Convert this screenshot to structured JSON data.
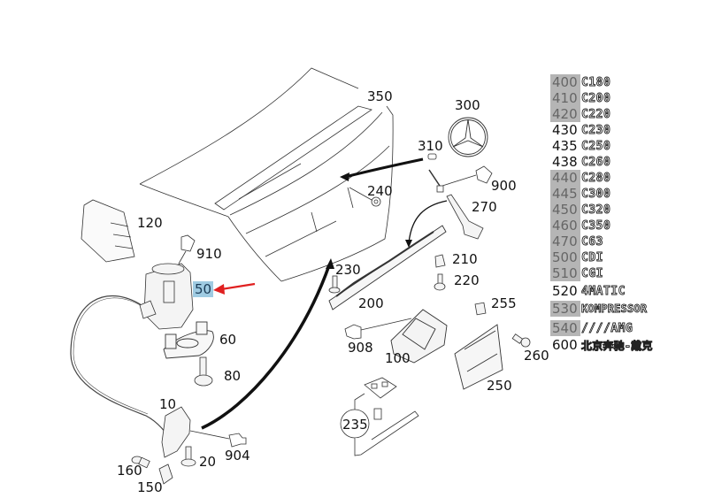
{
  "diagram": {
    "title": "Trunk lid exploded parts view",
    "highlight_color": "#9fcbe2",
    "arrow_color": "#e02020",
    "highlighted_part": "50",
    "callouts": [
      {
        "id": "350",
        "label": "350"
      },
      {
        "id": "300",
        "label": "300"
      },
      {
        "id": "310",
        "label": "310"
      },
      {
        "id": "240",
        "label": "240"
      },
      {
        "id": "900",
        "label": "900"
      },
      {
        "id": "270",
        "label": "270"
      },
      {
        "id": "120",
        "label": "120"
      },
      {
        "id": "910",
        "label": "910"
      },
      {
        "id": "50",
        "label": "50"
      },
      {
        "id": "60",
        "label": "60"
      },
      {
        "id": "80",
        "label": "80"
      },
      {
        "id": "10",
        "label": "10"
      },
      {
        "id": "904",
        "label": "904"
      },
      {
        "id": "20",
        "label": "20"
      },
      {
        "id": "160",
        "label": "160"
      },
      {
        "id": "150",
        "label": "150"
      },
      {
        "id": "230",
        "label": "230"
      },
      {
        "id": "200",
        "label": "200"
      },
      {
        "id": "210",
        "label": "210"
      },
      {
        "id": "220",
        "label": "220"
      },
      {
        "id": "255",
        "label": "255"
      },
      {
        "id": "908",
        "label": "908"
      },
      {
        "id": "100",
        "label": "100"
      },
      {
        "id": "260",
        "label": "260"
      },
      {
        "id": "250",
        "label": "250"
      },
      {
        "id": "235",
        "label": "235"
      }
    ]
  },
  "legend": {
    "items": [
      {
        "num": "400",
        "badge": "C180",
        "shaded": true
      },
      {
        "num": "410",
        "badge": "C200",
        "shaded": true
      },
      {
        "num": "420",
        "badge": "C220",
        "shaded": true
      },
      {
        "num": "430",
        "badge": "C230",
        "shaded": false
      },
      {
        "num": "435",
        "badge": "C250",
        "shaded": false
      },
      {
        "num": "438",
        "badge": "C260",
        "shaded": false
      },
      {
        "num": "440",
        "badge": "C280",
        "shaded": true
      },
      {
        "num": "445",
        "badge": "C300",
        "shaded": true
      },
      {
        "num": "450",
        "badge": "C320",
        "shaded": true
      },
      {
        "num": "460",
        "badge": "C350",
        "shaded": true
      },
      {
        "num": "470",
        "badge": "C63",
        "shaded": true
      },
      {
        "num": "500",
        "badge": "CDI",
        "shaded": true
      },
      {
        "num": "510",
        "badge": "CGI",
        "shaded": true
      },
      {
        "num": "520",
        "badge": "4MATIC",
        "shaded": false
      },
      {
        "num": "530",
        "badge": "KOMPRESSOR",
        "shaded": true
      },
      {
        "num": "540",
        "badge": "////AMG",
        "shaded": true
      },
      {
        "num": "600",
        "badge": "北京奔驰-戴克",
        "shaded": false
      }
    ]
  }
}
